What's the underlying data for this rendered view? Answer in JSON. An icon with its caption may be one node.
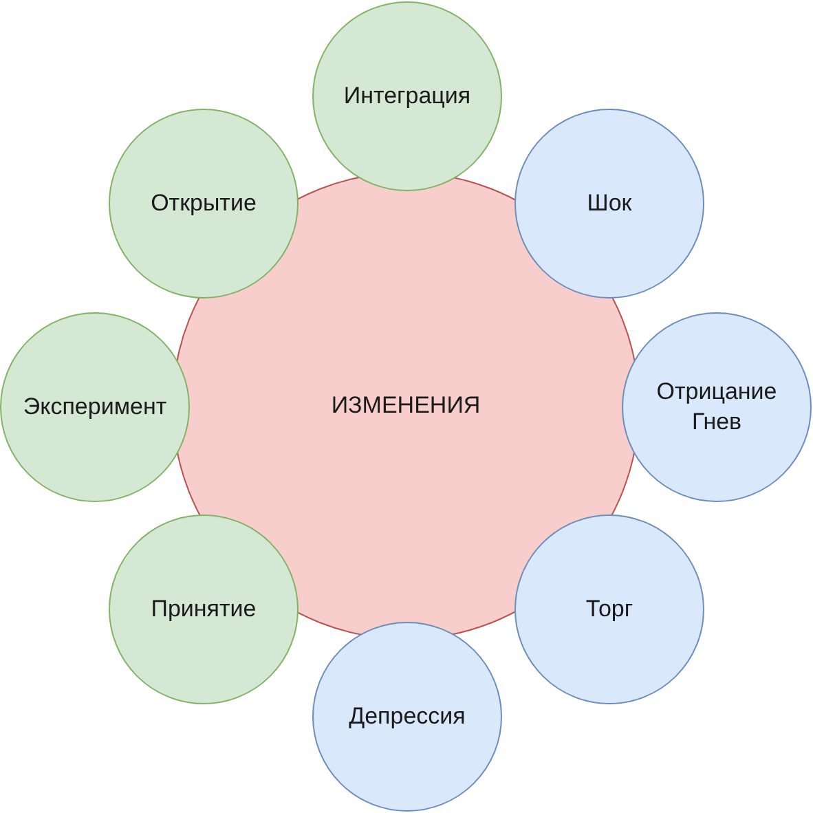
{
  "diagram": {
    "nodes": [
      {
        "text": [
          "ИЗМЕНЕНИЯ"
        ]
      },
      {
        "text": [
          "Интеграция"
        ]
      },
      {
        "text": [
          "Шок"
        ]
      },
      {
        "text": [
          "Отрицание Гнев"
        ]
      },
      {
        "text": [
          "Торг"
        ]
      },
      {
        "text": [
          "Депрессия"
        ]
      },
      {
        "text": [
          "Принятие"
        ]
      },
      {
        "text": [
          "Эксперимент"
        ]
      },
      {
        "text": [
          "Открытие"
        ]
      }
    ]
  }
}
